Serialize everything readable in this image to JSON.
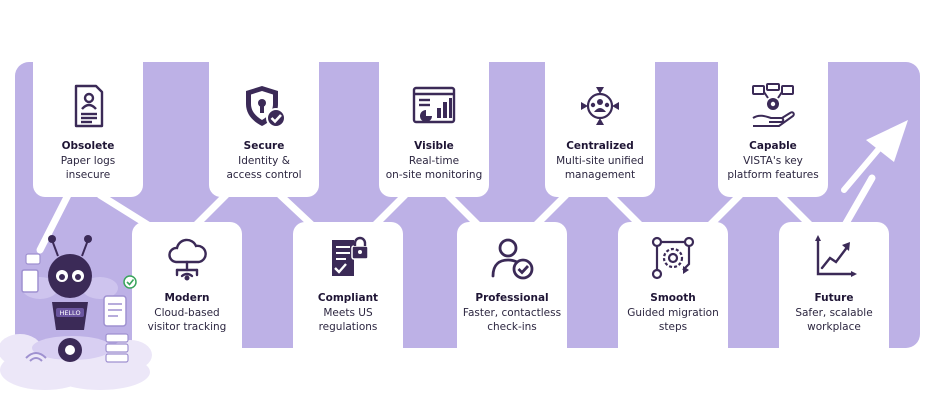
{
  "steps": [
    {
      "title": "Obsolete",
      "description": "Paper logs\ninsecure",
      "icon": "paper-log-icon"
    },
    {
      "title": "Modern",
      "description": "Cloud-based\nvisitor tracking",
      "icon": "cloud-network-icon"
    },
    {
      "title": "Secure",
      "description": "Identity &\naccess control",
      "icon": "shield-lock-icon"
    },
    {
      "title": "Compliant",
      "description": "Meets US\nregulations",
      "icon": "document-lock-icon"
    },
    {
      "title": "Visible",
      "description": "Real-time\non-site monitoring",
      "icon": "dashboard-chart-icon"
    },
    {
      "title": "Professional",
      "description": "Faster, contactless\ncheck-ins",
      "icon": "user-check-icon"
    },
    {
      "title": "Centralized",
      "description": "Multi-site unified\nmanagement",
      "icon": "converging-arrows-icon"
    },
    {
      "title": "Smooth",
      "description": "Guided migration\nsteps",
      "icon": "gear-flow-icon"
    },
    {
      "title": "Capable",
      "description": "VISTA's key\nplatform features",
      "icon": "hand-gear-icon"
    },
    {
      "title": "Future",
      "description": "Safer, scalable\nworkplace",
      "icon": "growth-chart-icon"
    }
  ],
  "mascot": {
    "badge_text": "HELLO",
    "icon": "robot-bee-mascot-icon"
  },
  "colors": {
    "band": "#bdb1e6",
    "icon": "#3b2a57",
    "connector": "#ffffff"
  }
}
